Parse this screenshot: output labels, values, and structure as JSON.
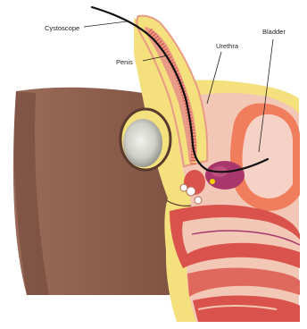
{
  "figure": {
    "labels": {
      "cystoscope": "Cystoscope",
      "penis": "Penis",
      "urethra": "Urethra",
      "bladder": "Bladder"
    },
    "colors": {
      "skin": "#8f6250",
      "skin_shadow": "#6e4538",
      "fat": "#f4e07c",
      "tissue_pink": "#e89b86",
      "tissue_red": "#d9524b",
      "bladder_wall": "#f07e5c",
      "bladder_inner": "#f6d2c6",
      "prostate": "#a8386c",
      "instrument": "#111111"
    }
  }
}
